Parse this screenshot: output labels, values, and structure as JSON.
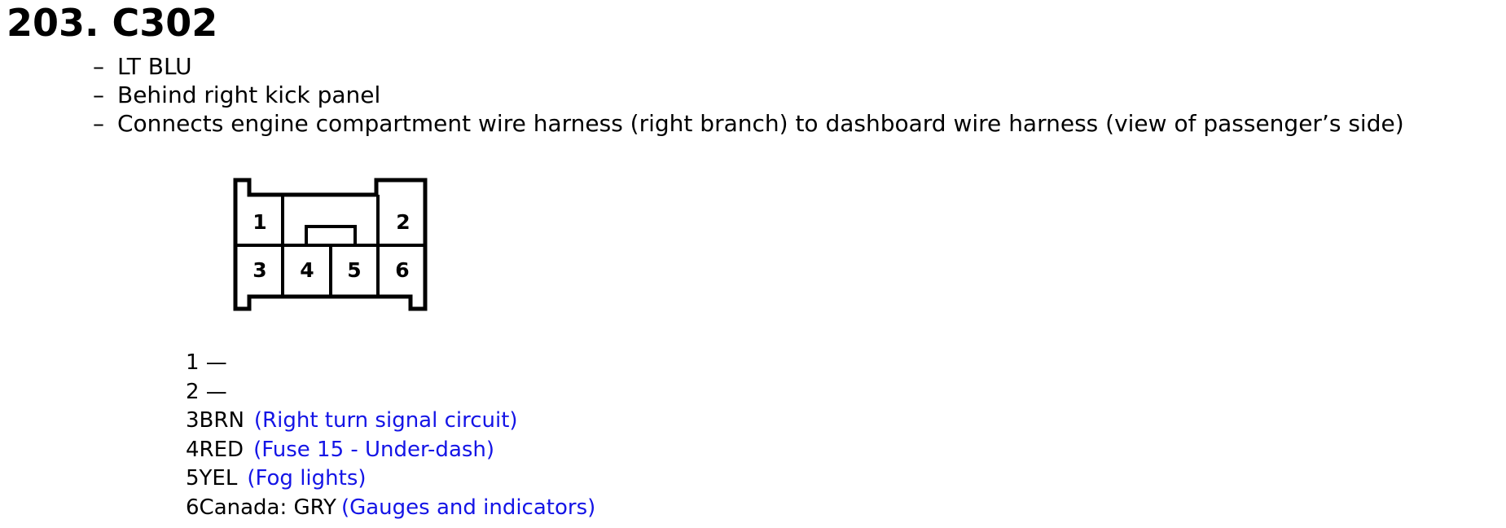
{
  "title": "203. C302",
  "info": [
    {
      "dash": "–",
      "text": "LT BLU"
    },
    {
      "dash": "–",
      "text": "Behind right kick panel"
    },
    {
      "dash": "–",
      "text": "Connects engine compartment wire harness (right branch) to dashboard wire harness (view of passenger’s side)"
    }
  ],
  "connector": {
    "pins": [
      {
        "number": "1"
      },
      {
        "number": "2"
      },
      {
        "number": "3"
      },
      {
        "number": "4"
      },
      {
        "number": "5"
      },
      {
        "number": "6"
      }
    ]
  },
  "pinout": [
    {
      "pin": "1",
      "wire": " —",
      "desc": ""
    },
    {
      "pin": "2",
      "wire": " —",
      "desc": ""
    },
    {
      "pin": "3",
      "wire": "BRN",
      "desc": "(Right turn signal circuit)"
    },
    {
      "pin": "4",
      "wire": "RED",
      "desc": "(Fuse 15 - Under-dash)"
    },
    {
      "pin": "5",
      "wire": "YEL",
      "desc": "(Fog lights)"
    },
    {
      "pin": "6",
      "wire": "Canada: GRY",
      "desc": "(Gauges and indicators)"
    }
  ],
  "colors": {
    "text": "#000000",
    "link": "#1414e6"
  }
}
